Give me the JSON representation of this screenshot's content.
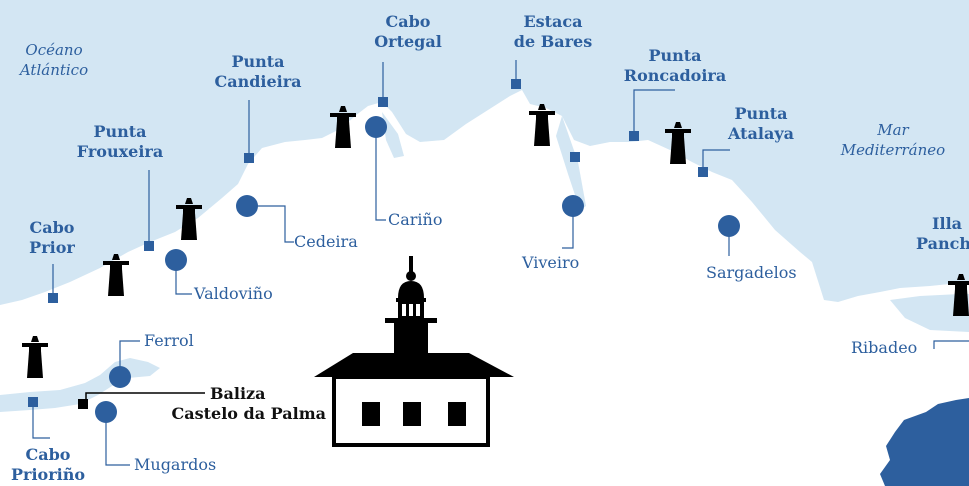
{
  "colors": {
    "sea": "#d3e6f3",
    "land": "#ffffff",
    "province": "#2d5f9e",
    "label": "#2d5f9e",
    "marker": "#2d5f9e",
    "lighthouse_icon": "#000000"
  },
  "seas": {
    "atlantic": [
      "Océano",
      "Atlántico"
    ],
    "mediterranean": [
      "Mar",
      "Mediterráneo"
    ]
  },
  "capes": {
    "cabo_ortegal": [
      "Cabo",
      "Ortegal"
    ],
    "estaca_de_bares": [
      "Estaca",
      "de Bares"
    ],
    "punta_candieira": [
      "Punta",
      "Candieira"
    ],
    "punta_roncadoira": [
      "Punta",
      "Roncadoira"
    ],
    "punta_atalaya": [
      "Punta",
      "Atalaya"
    ],
    "punta_frouxeira": [
      "Punta",
      "Frouxeira"
    ],
    "cabo_prior": [
      "Cabo",
      "Prior"
    ],
    "illa_pancha": [
      "Illa",
      "Panch"
    ],
    "cabo_priorino": [
      "Cabo",
      "Prioriño"
    ]
  },
  "towns": {
    "carino": "Cariño",
    "cedeira": "Cedeira",
    "viveiro": "Viveiro",
    "sargadelos": "Sargadelos",
    "valdovino": "Valdoviño",
    "ferrol": "Ferrol",
    "mugardos": "Mugardos",
    "ribadeo": "Ribadeo"
  },
  "beacon": [
    "Baliza",
    "Castelo da Palma"
  ],
  "icons": {
    "lighthouse": "lighthouse-icon",
    "featured": "lighthouse-building-icon",
    "cape_marker": "square-marker-icon",
    "town_marker": "circle-marker-icon"
  }
}
